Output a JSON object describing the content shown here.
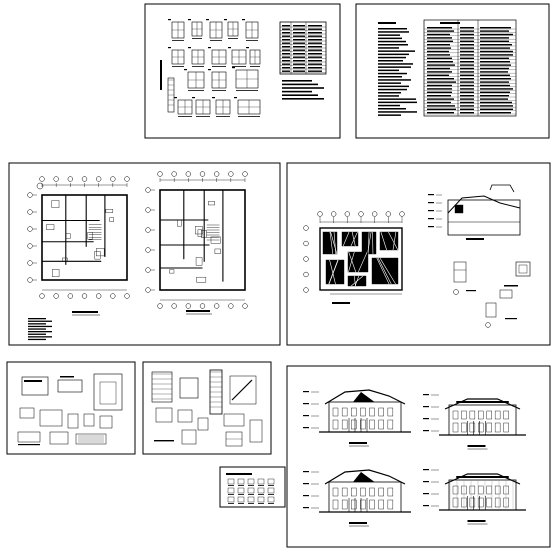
{
  "sheets": [
    {
      "id": "door-window-details",
      "kind": "details",
      "label": ""
    },
    {
      "id": "design-notes",
      "kind": "table",
      "label": ""
    },
    {
      "id": "floor-plans",
      "kind": "plans",
      "label": ""
    },
    {
      "id": "roof-plan-sections",
      "kind": "roof",
      "label": ""
    },
    {
      "id": "node-details-a",
      "kind": "small-details",
      "label": ""
    },
    {
      "id": "stair-details",
      "kind": "small-details",
      "label": ""
    },
    {
      "id": "elevations",
      "kind": "elevations",
      "label": ""
    },
    {
      "id": "misc-details",
      "kind": "tiny",
      "label": ""
    }
  ],
  "colors": {
    "line": "#000000",
    "paper": "#ffffff"
  }
}
